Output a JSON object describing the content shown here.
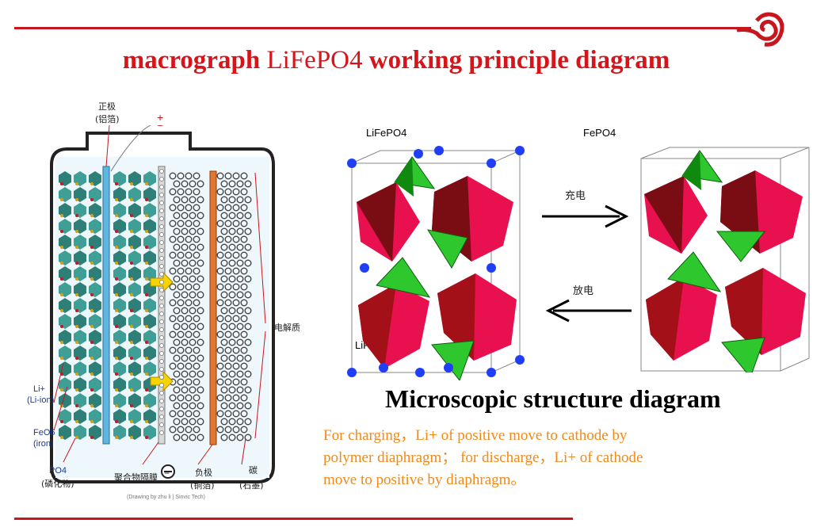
{
  "title": {
    "part1": "macrograph",
    "part2": " LiFePO4 ",
    "part3": "working principle diagram"
  },
  "battery": {
    "positive_pole": "正极",
    "positive_pole_sub": "(铝箔)",
    "plus_sign": "+",
    "minus_sign": "−",
    "electrolyte": "电解质",
    "li_ion": "Li+",
    "li_ion_sub": "(Li-ion)",
    "iron": "FeO6",
    "iron_sub": "(iron)",
    "phosphate": "PO4",
    "phosphate_sub": "(磷化物)",
    "separator": "聚合物隔膜",
    "negative_pole": "负极",
    "negative_pole_sub": "(铜箔)",
    "carbon": "碳",
    "carbon_sub": "(石墨)",
    "credit": "(Drawing by zhu li | Sinvic Tech)"
  },
  "crystal": {
    "left_label": "LiFePO4",
    "left_bottom_label": "LiFePO4",
    "right_label": "FePO4",
    "charge_label": "充电",
    "discharge_label": "放电"
  },
  "micro_title": "Microscopic structure diagram",
  "description": {
    "line1": "For charging，Li+ of positive move to cathode by",
    "line2": "polymer diaphragm； for discharge，Li+ of cathode",
    "line3": "move to positive by diaphragm。"
  },
  "colors": {
    "accent": "#c8161e",
    "title_red": "#d7141a",
    "orange": "#f08a1c"
  }
}
